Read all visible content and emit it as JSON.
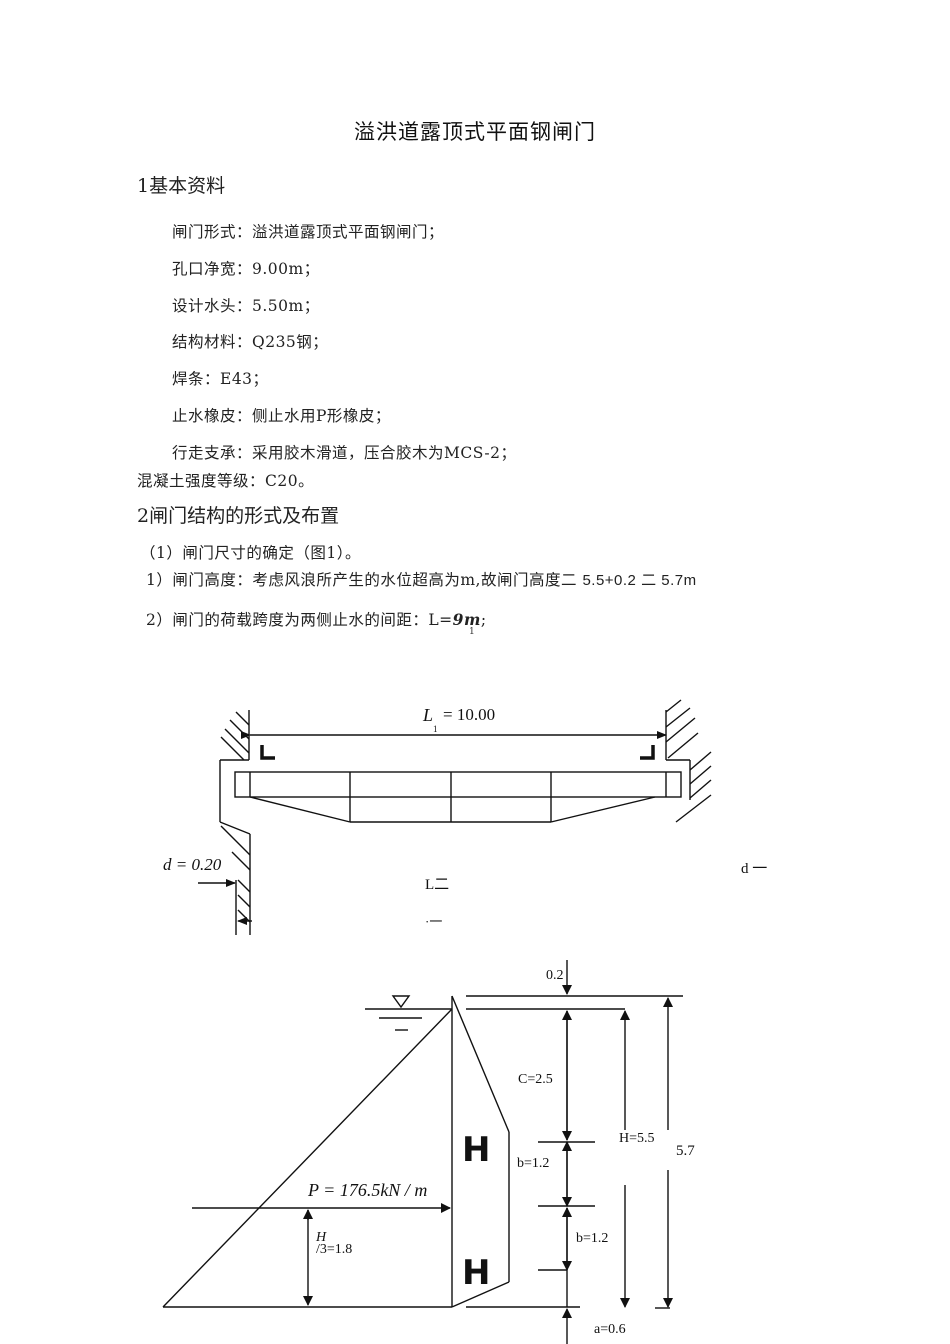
{
  "document": {
    "title": "溢洪道露顶式平面钢闸门",
    "section1": {
      "heading": "1基本资料",
      "items": [
        "闸门形式：溢洪道露顶式平面钢闸门；",
        "孔口净宽：9.00m；",
        "设计水头：5.50m；",
        "结构材料：Q235钢；",
        "焊条：E43；",
        "止水橡皮：侧止水用P形橡皮；",
        "行走支承：采用胶木滑道，压合胶木为MCS-2；"
      ],
      "unindented_item": "混凝土强度等级：C20。"
    },
    "section2": {
      "heading": "2闸门结构的形式及布置",
      "sub1": "（1）闸门尺寸的确定（图1）。",
      "line1_prefix": "1）闸门高度：考虑风浪所产生的水位超高为m,故闸门高度二",
      "line1_suffix": "5.5+0.2 二 5.7m",
      "line2_prefix": "2）闸门的荷载跨度为两侧止水的间距：L=",
      "line2_value": "9m",
      "line2_suffix": ";",
      "line2_subscript": "1"
    }
  },
  "figure_plan": {
    "span_label_L": "L",
    "span_label_sub": "1",
    "span_label_value": "= 10.00",
    "d_label": "d = 0.20",
    "L_fragment": "L二",
    "dot_fragment": "·一",
    "d_right_fragment": "d 一"
  },
  "figure_section": {
    "top_freeboard": "0.2",
    "c_label": "C=2.5",
    "h_label": "H=5.5",
    "total_height": "5.7",
    "b1_label": "b=1.2",
    "b2_label": "b=1.2",
    "a_label": "a=0.6",
    "p_label": "P = 176.5kN / m",
    "h3_top": "H",
    "h3_bottom": "/3=1.8",
    "beam_glyph": "H"
  }
}
